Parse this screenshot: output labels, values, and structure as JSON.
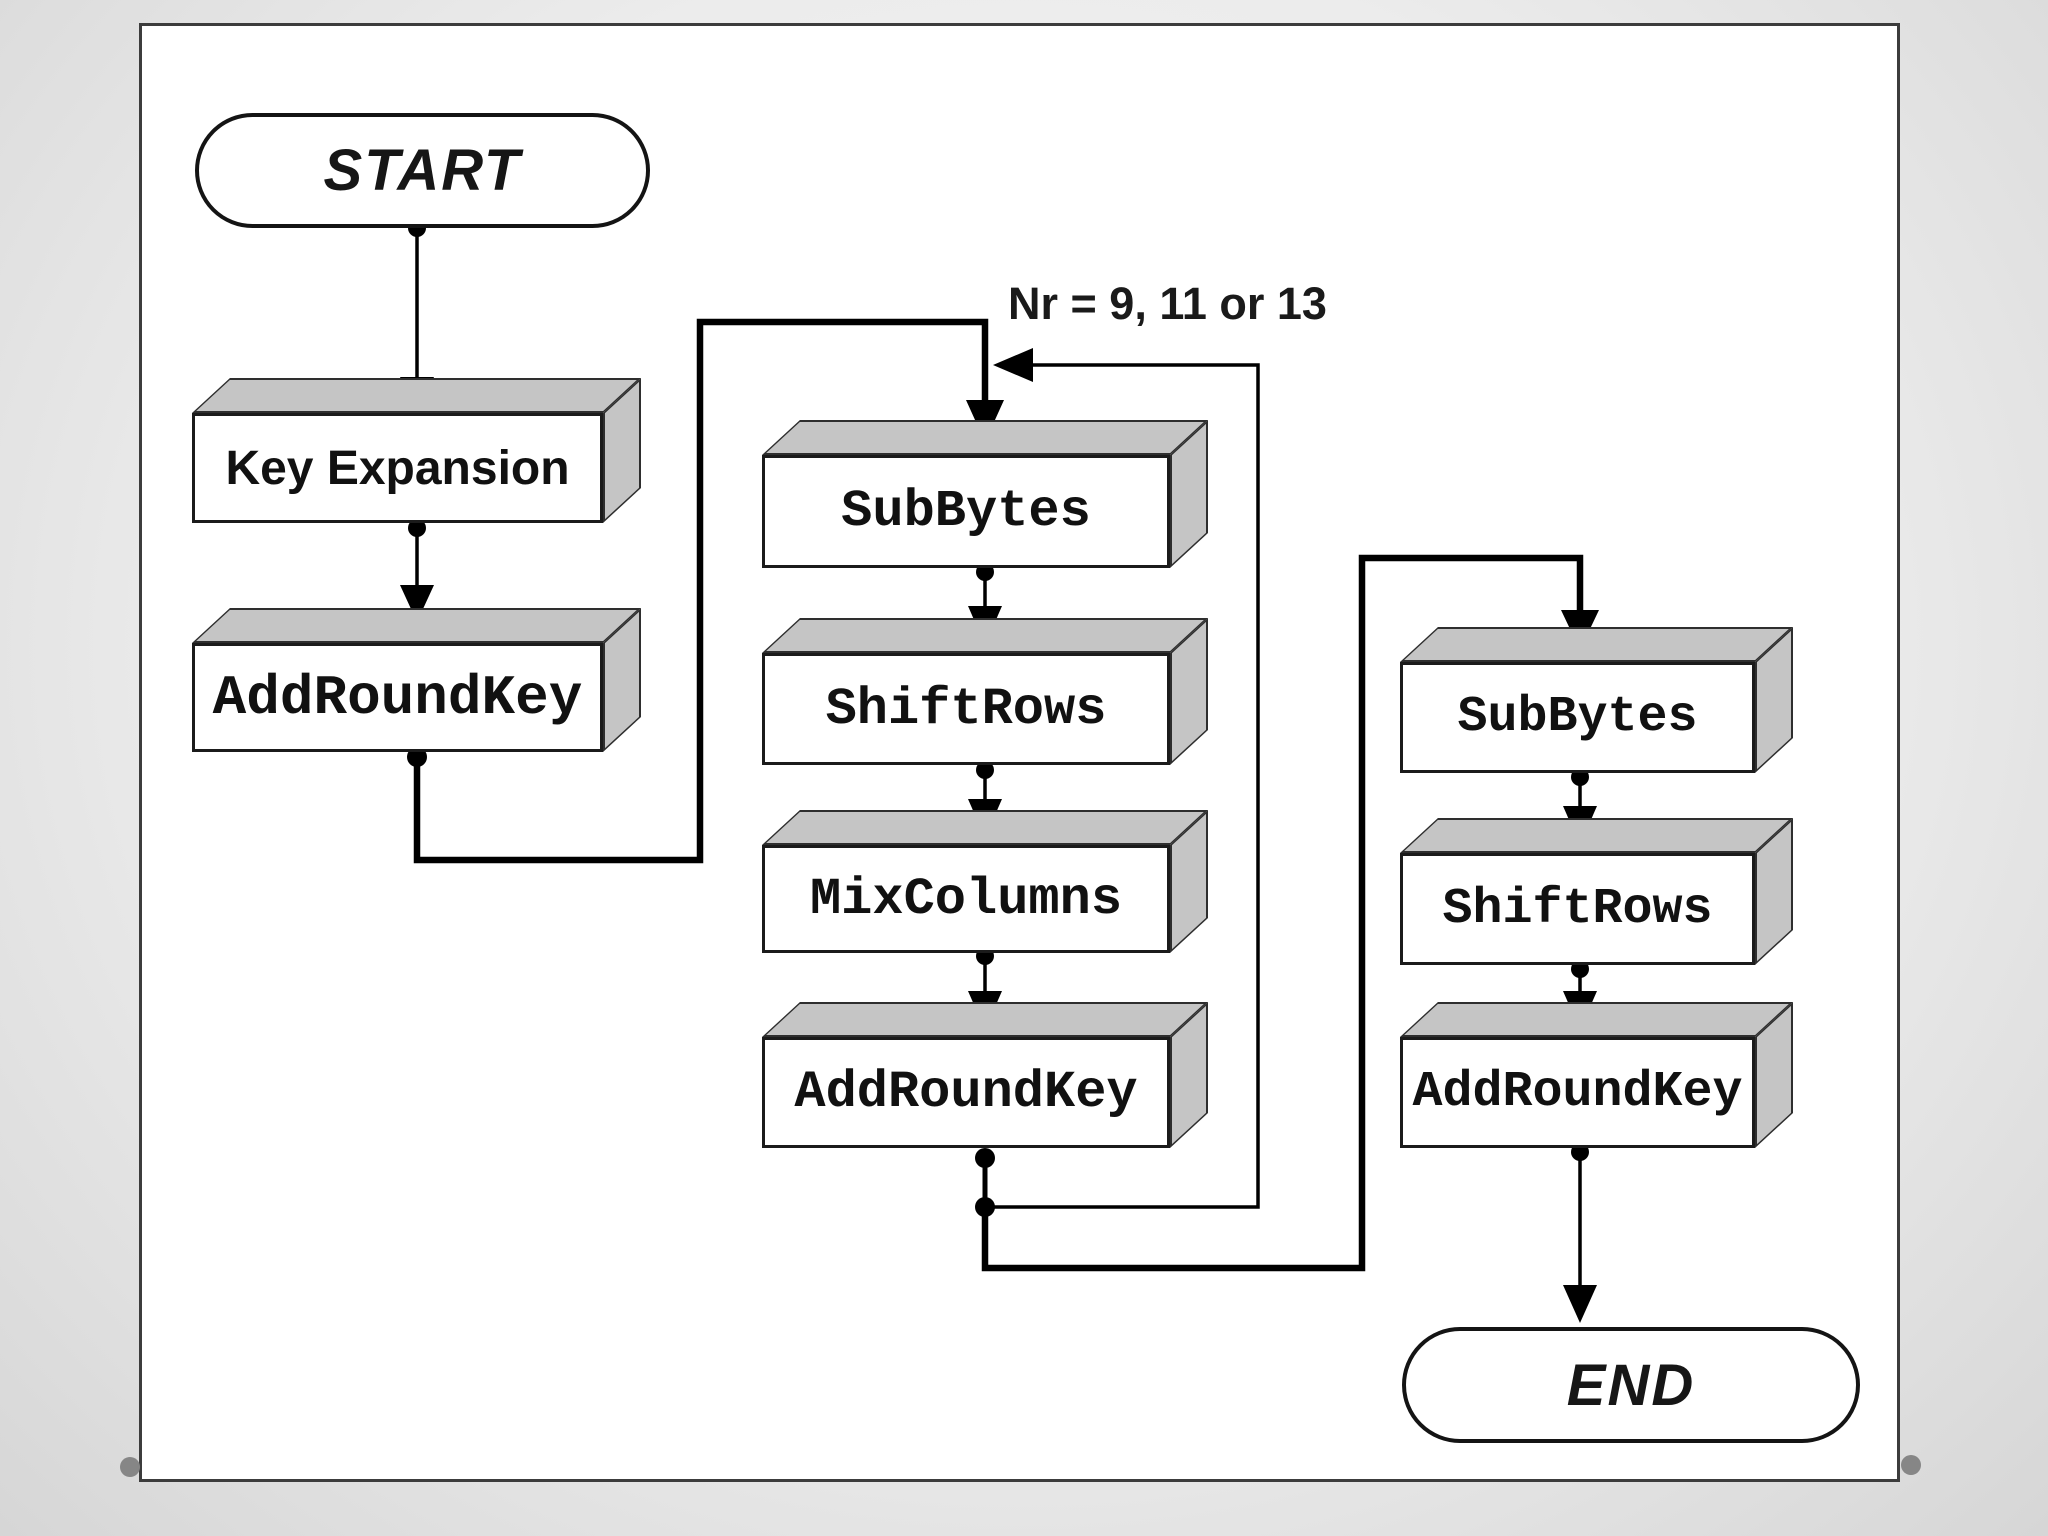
{
  "annotation": {
    "round_count_label": "Nr = 9, 11 or 13"
  },
  "terminals": {
    "start": {
      "label": "START"
    },
    "end": {
      "label": "END"
    }
  },
  "nodes": {
    "key_expansion": {
      "label": "Key Expansion"
    },
    "add_round_key_initial": {
      "label": "AddRoundKey"
    },
    "sub_bytes_round": {
      "label": "SubBytes"
    },
    "shift_rows_round": {
      "label": "ShiftRows"
    },
    "mix_columns_round": {
      "label": "MixColumns"
    },
    "add_round_key_round": {
      "label": "AddRoundKey"
    },
    "sub_bytes_final": {
      "label": "SubBytes"
    },
    "shift_rows_final": {
      "label": "ShiftRows"
    },
    "add_round_key_final": {
      "label": "AddRoundKey"
    }
  },
  "edges": [
    {
      "from": "start",
      "to": "key_expansion",
      "style": "thin-arrow"
    },
    {
      "from": "key_expansion",
      "to": "add_round_key_initial",
      "style": "thin-arrow"
    },
    {
      "from": "add_round_key_initial",
      "to": "sub_bytes_round",
      "style": "thick-elbow-arrow"
    },
    {
      "from": "sub_bytes_round",
      "to": "shift_rows_round",
      "style": "thin-arrow"
    },
    {
      "from": "shift_rows_round",
      "to": "mix_columns_round",
      "style": "thin-arrow"
    },
    {
      "from": "mix_columns_round",
      "to": "add_round_key_round",
      "style": "thin-arrow"
    },
    {
      "from": "add_round_key_round",
      "to": "sub_bytes_round",
      "style": "thin-loop-back-arrow",
      "note": "Nr = 9, 11 or 13"
    },
    {
      "from": "add_round_key_round",
      "to": "sub_bytes_final",
      "style": "thick-elbow-arrow"
    },
    {
      "from": "sub_bytes_final",
      "to": "shift_rows_final",
      "style": "thin-arrow"
    },
    {
      "from": "shift_rows_final",
      "to": "add_round_key_final",
      "style": "thin-arrow"
    },
    {
      "from": "add_round_key_final",
      "to": "end",
      "style": "thin-arrow"
    }
  ],
  "colors": {
    "line": "#000000",
    "box_side_fill": "#c5c5c5",
    "box_front_fill": "#ffffff",
    "canvas_border": "#3c3c3c",
    "corner_dot": "#868686"
  }
}
